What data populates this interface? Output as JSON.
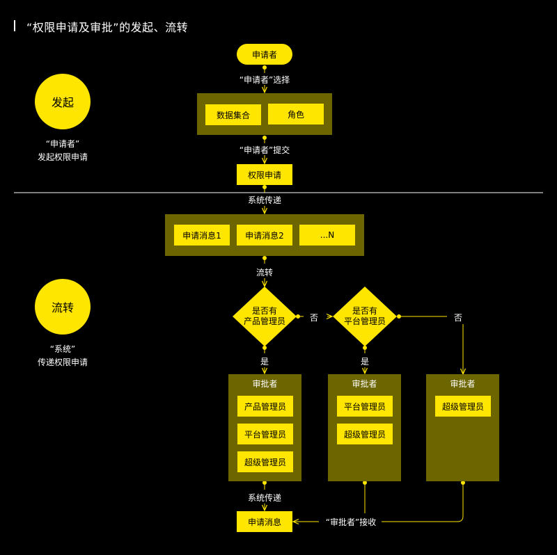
{
  "title": "“权限申请及审批”的发起、流转",
  "phases": {
    "initiate": {
      "label": "发起",
      "note_line1": "“申请者”",
      "note_line2": "发起权限申请"
    },
    "transfer": {
      "label": "流转",
      "note_line1": "“系统”",
      "note_line2": "传递权限申请"
    }
  },
  "flow": {
    "applicant": "申请者",
    "applicant_select": "“申请者”选择",
    "select_items": [
      "数据集合",
      "角色"
    ],
    "applicant_submit": "“申请者”提交",
    "permission_request": "权限申请",
    "system_deliver_1": "系统传递",
    "messages": [
      "申请消息1",
      "申请消息2",
      "...N"
    ],
    "circulate": "流转",
    "decision_1_line1": "是否有",
    "decision_1_line2": "产品管理员",
    "decision_2_line1": "是否有",
    "decision_2_line2": "平台管理员",
    "no_1": "否",
    "no_2": "否",
    "yes_1": "是",
    "yes_2": "是",
    "approver_panels": [
      {
        "title": "审批者",
        "items": [
          "产品管理员",
          "平台管理员",
          "超级管理员"
        ]
      },
      {
        "title": "审批者",
        "items": [
          "平台管理员",
          "超级管理员"
        ]
      },
      {
        "title": "审批者",
        "items": [
          "超级管理员"
        ]
      }
    ],
    "system_deliver_2": "系统传递",
    "request_message": "申请消息",
    "approver_receive": "“审批者”接收"
  },
  "colors": {
    "accent": "#ffe600",
    "panel": "#6c6500",
    "background": "#000000",
    "line": "#ffffff"
  }
}
